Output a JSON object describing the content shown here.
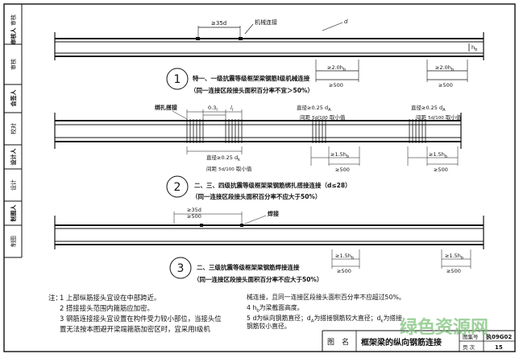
{
  "sidebar": {
    "cells": [
      "审核",
      "审核人",
      "审核",
      "会签人",
      "校对",
      "设计人",
      "设计",
      "制图人",
      "制图"
    ]
  },
  "section1": {
    "number": "1",
    "title": "特一、一级抗震等级框架梁钢筋Ⅰ级机械连接",
    "subtitle": "（同一连接区段接头面积百分率不宜＞50%）",
    "dim_top": "≥35d",
    "joint_label": "机械连接",
    "bar_label": "d",
    "dim_right_1": "≥2.0h",
    "dim_right_1_sub": "b",
    "dim_right_2": "≥500",
    "dim_right_3": "≥2.0h",
    "dim_right_3_sub": "b",
    "dim_right_4": "≥500",
    "hb": "h",
    "hb_sub": "b"
  },
  "section2": {
    "number": "2",
    "title": "二、三、四级抗震等级框架梁钢筋绑扎搭接连接（d≤28）",
    "subtitle": "（同一连接区段接头面积百分率不应大于50%）",
    "tie_zone": "绑扎搭接",
    "dim_03": "0.3",
    "dim_03_sub": "l",
    "dim_l": "l",
    "dim_l_sub": "l",
    "dia_note_a": "直径≥0.25 d",
    "dia_note_a_sub": "A",
    "spacing_a": "间距",
    "spacing_a_frac_top": "5d",
    "spacing_a_frac_bot": "100",
    "spacing_a_suffix": "取小值",
    "dia_note_b": "直径≥0.25 d",
    "dia_note_b_sub": "A",
    "spacing_b": "间距",
    "spacing_b_frac_top": "5d",
    "spacing_b_frac_bot": "100",
    "spacing_b_suffix": "取小值",
    "dia_note_c": "直径≥0.25 d",
    "dia_note_c_sub": "k",
    "spacing_c": "间距",
    "spacing_c_frac_top": "5d",
    "spacing_c_frac_bot": "100",
    "spacing_c_suffix": "取小值",
    "dim_15a": "≥1.5h",
    "dim_15a_sub": "b",
    "dim_500a": "≥500",
    "dim_15b": "≥1.5h",
    "dim_15b_sub": "b",
    "dim_500b": "≥500"
  },
  "section3": {
    "number": "3",
    "title": "二、三级抗震等级框架梁钢筋焊接连接",
    "subtitle": "（同一连接区段接头面积百分率不应大于50%）",
    "dim_top_a": "≥35d",
    "dim_top_b": "≥500",
    "joint_label": "焊接",
    "dim_15a": "≥1.5h",
    "dim_15a_sub": "b",
    "dim_500a": "≥500",
    "dim_15b": "≥1.5h",
    "dim_15b_sub": "b",
    "dim_500b": "≥500"
  },
  "notes": {
    "label": "注：",
    "n1": "1  上部纵筋接头宜设在中部跨近。",
    "n2": "2  搭接接头范围内箍筋应加密。",
    "n3a": "3  钢筋连接接头宜设置在构件受力较小部位，当接头位",
    "n3b": "    置无法按本图避开梁端箍筋加密区时，宜采用Ⅰ级机",
    "n3c": "    械连接，且同一连接区段接头面积百分率不应超过50%。",
    "n4": "4  h",
    "n4_sub": "b",
    "n4_rest": "为梁截面高度。",
    "n5": "5  d为纵向钢筋直径；d",
    "n5_sub1": "A",
    "n5_mid": "为搭接钢筋较大直径；d",
    "n5_sub2": "k",
    "n5_rest": "为搭接",
    "n5b": "    钢筋较小直径。"
  },
  "titleblock": {
    "label_tu": "图",
    "label_ming": "名",
    "name": "框架梁的纵向钢筋连接",
    "atlas_label": "图集号",
    "atlas_no": "执09G02",
    "page_label": "页  次",
    "page_no": "15"
  },
  "watermark": "绿色资源网",
  "colors": {
    "ink": "#111111",
    "watermark": "#7dc27a"
  }
}
